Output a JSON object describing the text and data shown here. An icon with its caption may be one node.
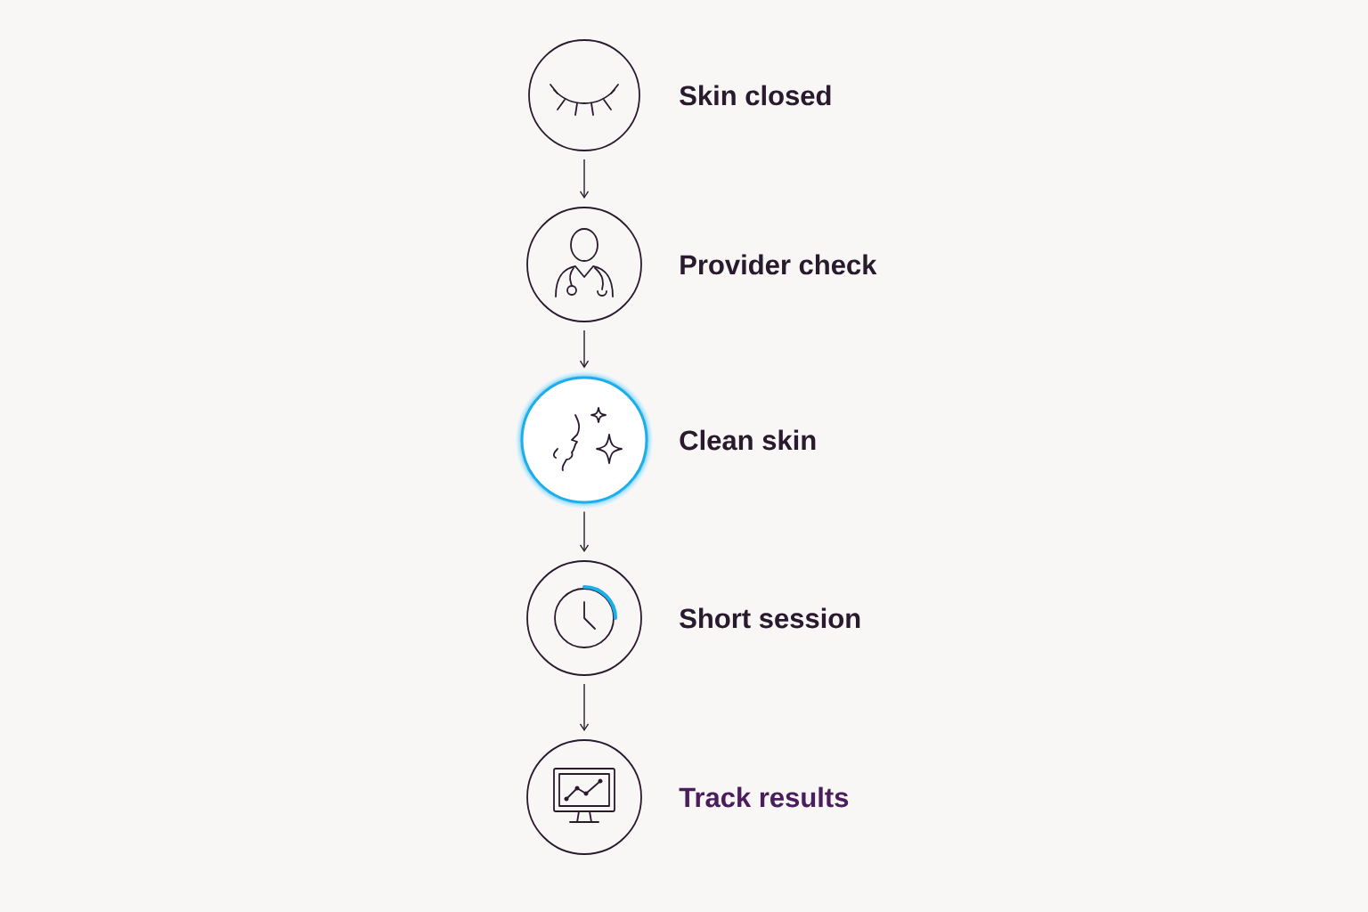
{
  "diagram": {
    "nodes": [
      {
        "text": [
          "Skin closed"
        ]
      },
      {
        "text": [
          "Provider check"
        ]
      },
      {
        "text": [
          "Clean skin"
        ]
      },
      {
        "text": [
          "Short session"
        ]
      },
      {
        "text": [
          "Track results"
        ]
      }
    ],
    "edges": [
      {
        "from": 0,
        "to": 1,
        "arrow": "to"
      },
      {
        "from": 1,
        "to": 2,
        "arrow": "to"
      },
      {
        "from": 2,
        "to": 3,
        "arrow": "to"
      },
      {
        "from": 3,
        "to": 4,
        "arrow": "to"
      }
    ]
  }
}
